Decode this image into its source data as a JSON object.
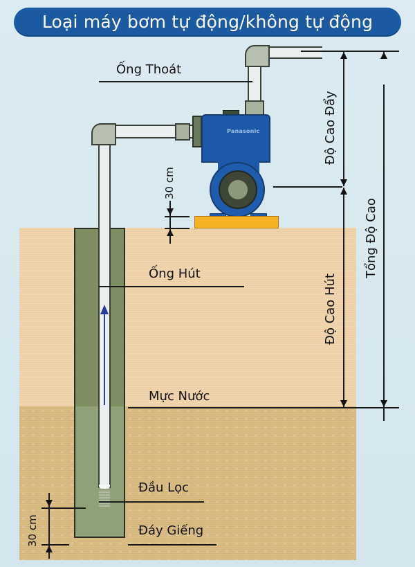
{
  "title": "Loại máy bơm tự động/không tự động",
  "labels": {
    "outlet_pipe": "Ống Thoát",
    "suction_pipe": "Ống Hút",
    "water_level": "Mực Nước",
    "filter_head": "Đầu Lọc",
    "well_bottom": "Đáy Giếng"
  },
  "dimensions": {
    "discharge_height": "Độ Cao Đẩy",
    "suction_height": "Độ Cao Hút",
    "total_height": "Tổng Độ Cao",
    "pump_base_offset": "30 cm",
    "filter_offset": "30 cm"
  },
  "pump": {
    "brand": "Panasonic"
  },
  "colors": {
    "title_bg": "#1b5aa0",
    "pump_blue": "#1d59a8",
    "base_yellow": "#f4b224",
    "ground": "#eed2a8",
    "well_green": "#7d8f60",
    "flow_arrow": "#2a3ca0"
  }
}
